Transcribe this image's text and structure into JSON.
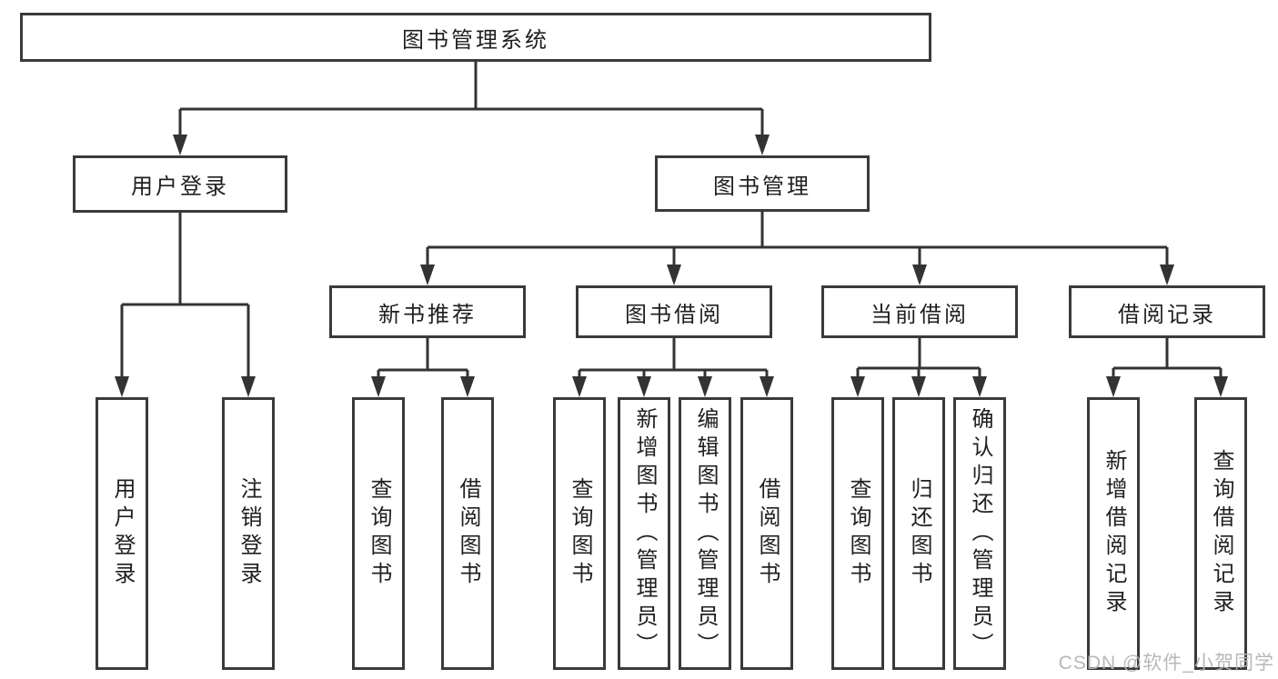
{
  "colors": {
    "line": "#333333",
    "box_border": "#3a3a3a",
    "box_background": "#ffffff",
    "text": "#1f1f1f",
    "watermark": "#b5b5b5"
  },
  "root": {
    "label": "图书管理系统"
  },
  "user_login": {
    "label": "用户登录",
    "children": [
      {
        "label": "用户登录"
      },
      {
        "label": "注销登录"
      }
    ]
  },
  "book_management": {
    "label": "图书管理",
    "sections": [
      {
        "label": "新书推荐",
        "children": [
          {
            "label": "查询图书"
          },
          {
            "label": "借阅图书"
          }
        ]
      },
      {
        "label": "图书借阅",
        "children": [
          {
            "label": "查询图书"
          },
          {
            "label": "新增图书（管理员）"
          },
          {
            "label": "编辑图书（管理员）"
          },
          {
            "label": "借阅图书"
          }
        ]
      },
      {
        "label": "当前借阅",
        "children": [
          {
            "label": "查询图书"
          },
          {
            "label": "归还图书"
          },
          {
            "label": "确认归还（管理员）"
          }
        ]
      },
      {
        "label": "借阅记录",
        "children": [
          {
            "label": "新增借阅记录"
          },
          {
            "label": "查询借阅记录"
          }
        ]
      }
    ]
  },
  "watermark": {
    "text": "CSDN @软件_小贺同学"
  }
}
